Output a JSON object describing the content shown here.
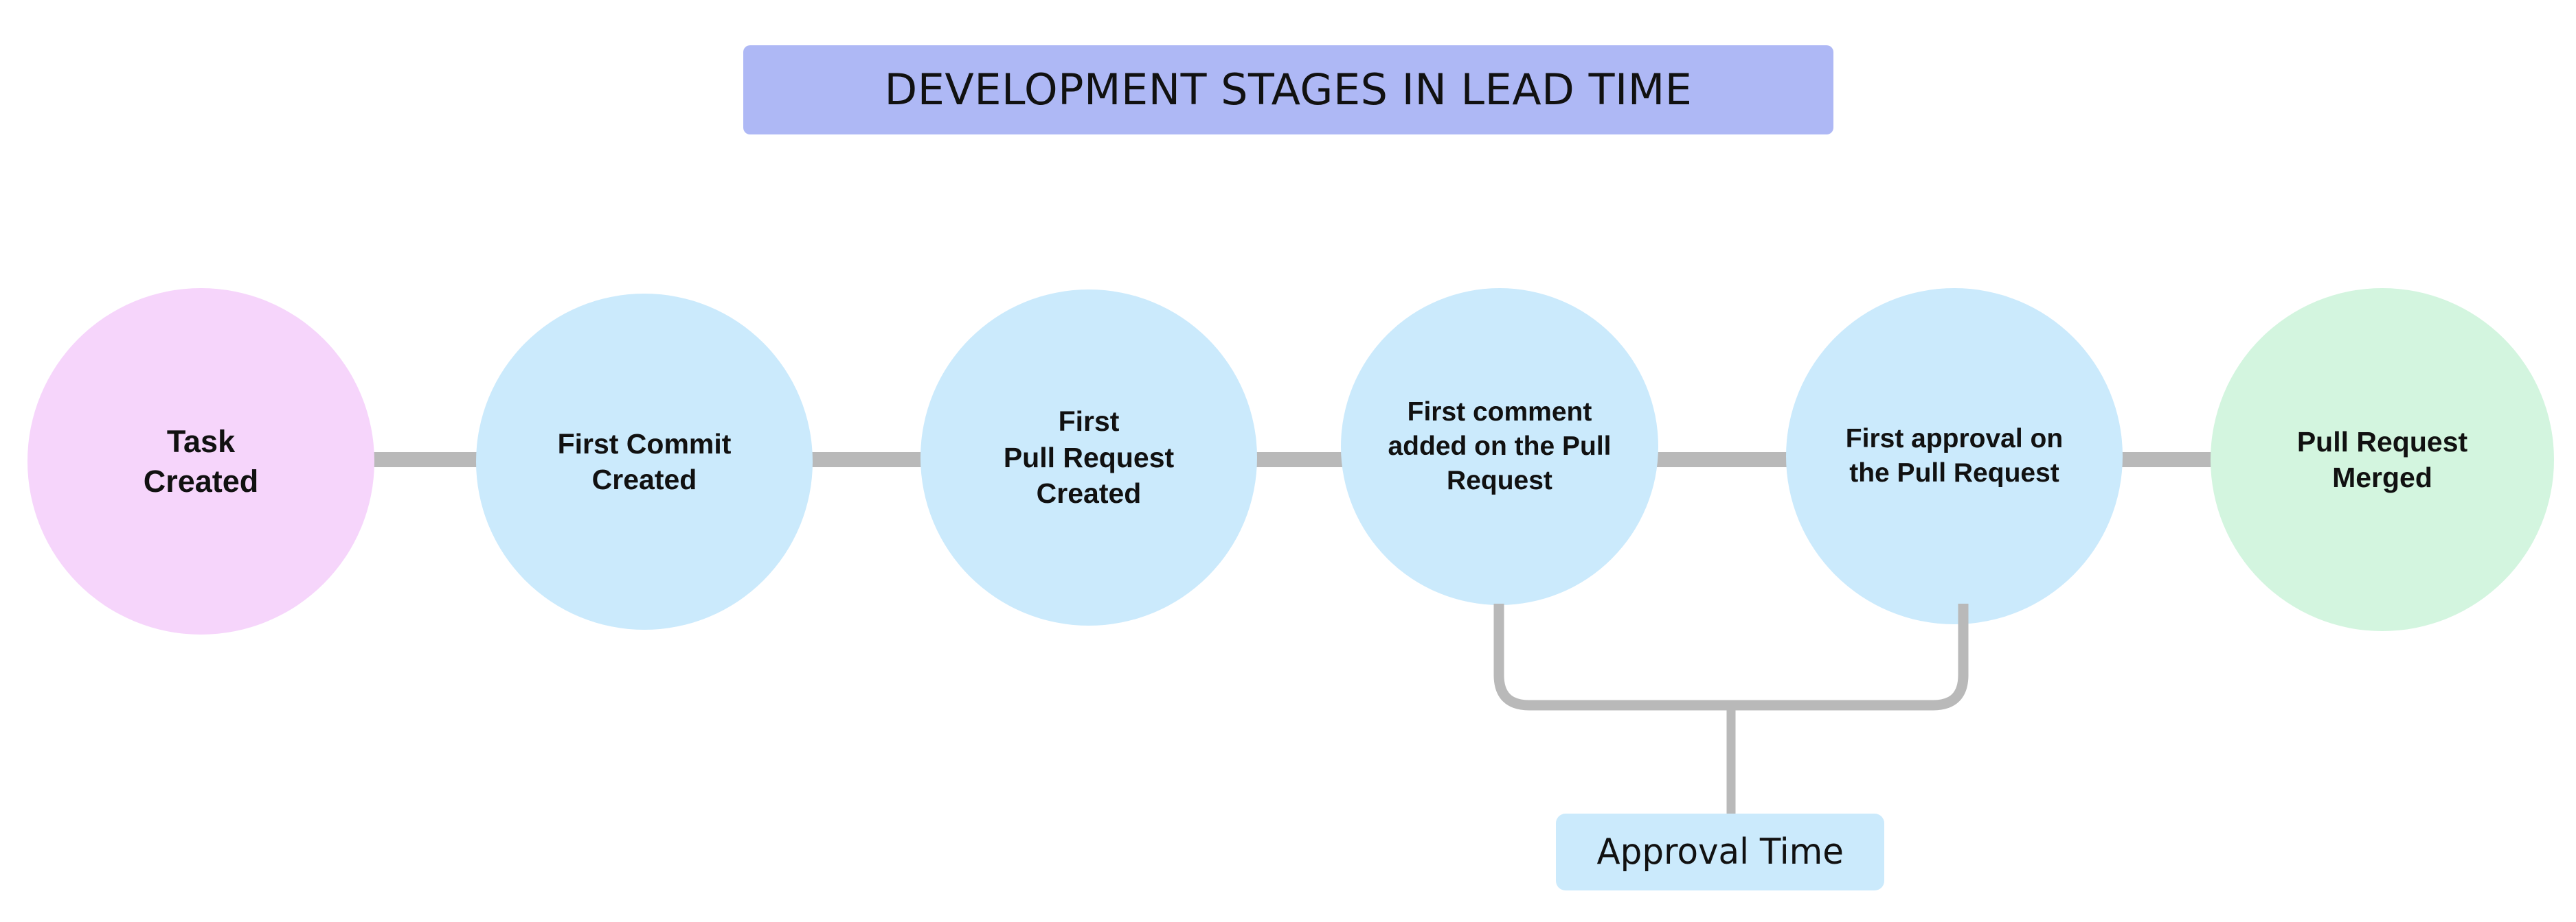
{
  "diagram": {
    "title": "DEVELOPMENT STAGES IN LEAD TIME",
    "title_bg": "#aeb8f5",
    "background": "#ffffff",
    "connector_color": "#b9b9b9",
    "stages": [
      {
        "id": "task-created",
        "label": "Task\nCreated",
        "color": "#f6d5fb"
      },
      {
        "id": "first-commit",
        "label": "First Commit\nCreated",
        "color": "#cbeafc"
      },
      {
        "id": "first-pull-request",
        "label": "First\nPull Request\nCreated",
        "color": "#cbeafc"
      },
      {
        "id": "first-comment",
        "label": "First comment\nadded on the Pull\nRequest",
        "color": "#cbeafc"
      },
      {
        "id": "first-approval",
        "label": "First approval on\nthe Pull Request",
        "color": "#cbeafc"
      },
      {
        "id": "pull-request-merged",
        "label": "Pull Request\nMerged",
        "color": "#d3f5df"
      }
    ],
    "annotation": {
      "label": "Approval Time",
      "color": "#cbeafc",
      "spans_from": "first-comment",
      "spans_to": "first-approval"
    }
  }
}
